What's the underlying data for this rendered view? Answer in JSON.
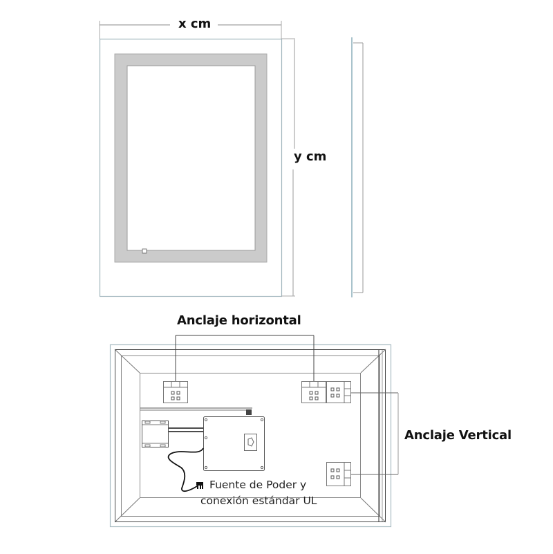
{
  "front_view": {
    "width_label": "x  cm",
    "height_label": "y cm",
    "touch_switch_icon": "square-touch-button"
  },
  "back_view": {
    "horizontal_anchor_label": "Anclaje horizontal",
    "vertical_anchor_label": "Anclaje Vertical",
    "power_note_line1": "Fuente de Poder y",
    "power_note_line2": "conexión estándar UL"
  },
  "colors": {
    "outline": "#9aaab0",
    "led_band": "#cccccc",
    "line_dark": "#333333"
  }
}
